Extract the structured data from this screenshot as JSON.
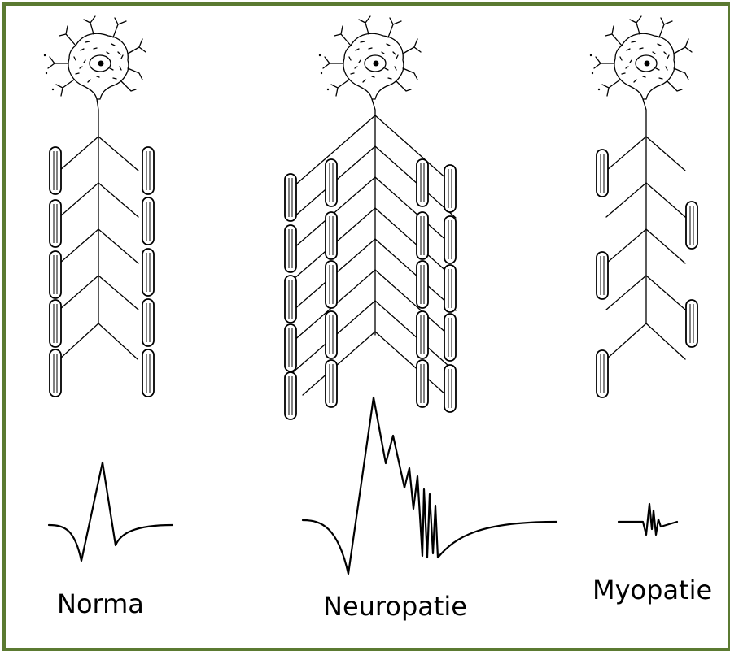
{
  "labels": {
    "normal": "Norma",
    "neuropathy": "Neuropatie",
    "myopathy": "Myopatie"
  },
  "colors": {
    "frame": "#5b7a31",
    "ink": "#000000",
    "background": "#ffffff"
  }
}
